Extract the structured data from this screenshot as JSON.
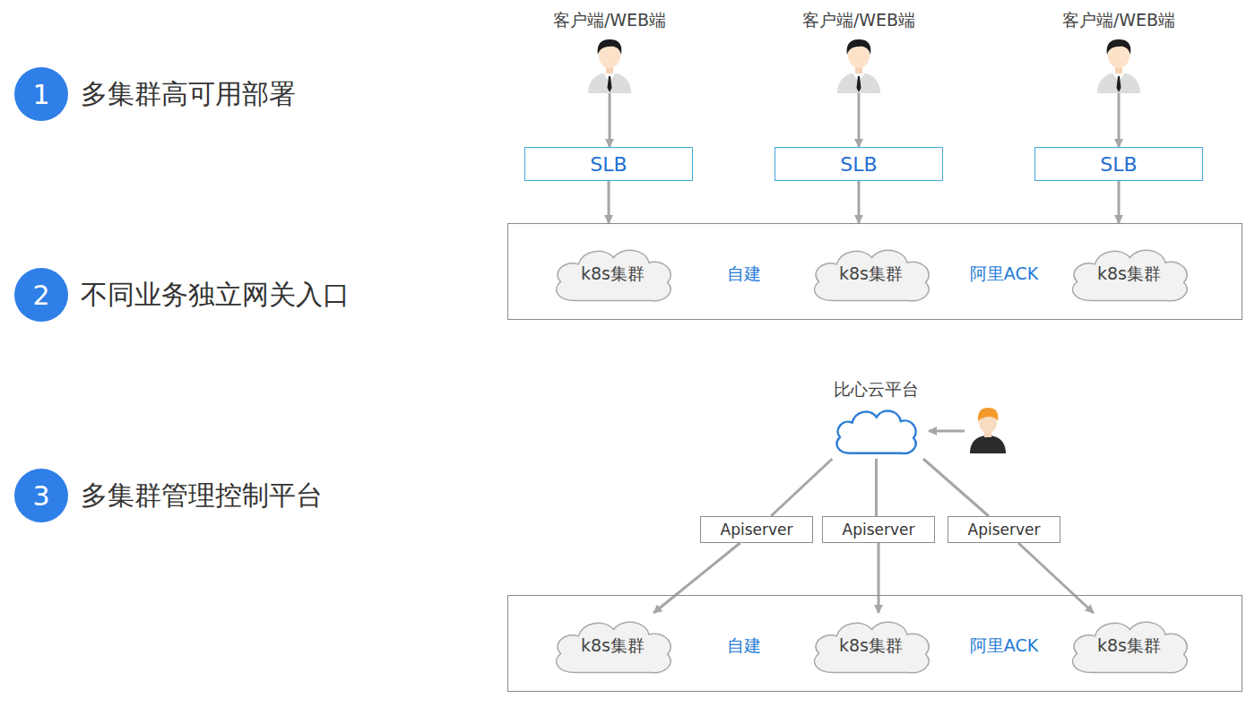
{
  "diagram": {
    "nodes": [
      {
        "text": [
          "1"
        ]
      },
      {
        "text": [
          "客户端/WEB端"
        ]
      },
      {
        "text": [
          "客户端/WEB端"
        ]
      },
      {
        "text": [
          "客户端/WEB端"
        ]
      },
      {
        "text": [
          "SLB"
        ]
      },
      {
        "text": [
          "SLB"
        ]
      },
      {
        "text": [
          "SLB"
        ]
      },
      {
        "text": [
          "自建",
          "阿里ACK"
        ]
      },
      {
        "text": [
          "k8s集群"
        ],
        "in": 7
      },
      {
        "text": [
          "k8s集群"
        ],
        "in": 7
      },
      {
        "text": [
          "k8s集群"
        ],
        "in": 7
      },
      {
        "text": [
          "2"
        ]
      },
      {
        "text": [
          "比心云平台"
        ]
      },
      {
        "text": [
          "3"
        ]
      },
      {
        "text": [
          "Apiserver"
        ]
      },
      {
        "text": [
          "Apiserver"
        ]
      },
      {
        "text": [
          "Apiserver"
        ]
      },
      {
        "text": [
          "自建",
          "阿里ACK"
        ]
      },
      {
        "text": [
          "k8s集群"
        ],
        "in": 17
      },
      {
        "text": [
          "k8s集群"
        ],
        "in": 17
      },
      {
        "text": [
          "k8s集群"
        ],
        "in": 17
      }
    ],
    "edges": [
      {
        "from": 1,
        "to": 4,
        "arrow": "to"
      },
      {
        "from": 2,
        "to": 5,
        "arrow": "to"
      },
      {
        "from": 3,
        "to": 6,
        "arrow": "to"
      },
      {
        "from": 4,
        "to": 7,
        "arrow": "to"
      },
      {
        "from": 5,
        "to": 7,
        "arrow": "to"
      },
      {
        "from": 6,
        "to": 7,
        "arrow": "to"
      },
      {
        "from": 12,
        "to": 14,
        "arrow": "none"
      },
      {
        "from": 12,
        "to": 15,
        "arrow": "none"
      },
      {
        "from": 12,
        "to": 16,
        "arrow": "none"
      },
      {
        "from": 14,
        "to": 18,
        "arrow": "to"
      },
      {
        "from": 15,
        "to": 19,
        "arrow": "to"
      },
      {
        "from": 16,
        "to": 20,
        "arrow": "to"
      }
    ],
    "labels": [
      "多集群高可用部署",
      "不同业务独立网关入口",
      "多集群管理控制平台"
    ]
  }
}
